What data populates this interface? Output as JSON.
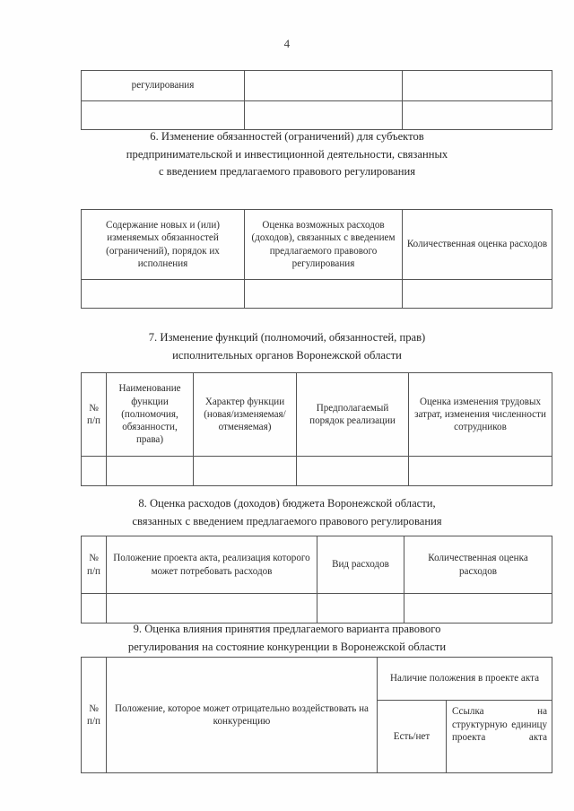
{
  "document": {
    "page_number": "4"
  },
  "table_continuation": {
    "row1": [
      "регулирования",
      "",
      ""
    ],
    "row2": [
      "",
      "",
      ""
    ]
  },
  "section6": {
    "heading_lines": [
      "6. Изменение обязанностей (ограничений) для субъектов",
      "предпринимательской и инвестиционной деятельности, связанных",
      "с введением предлагаемого правового регулирования"
    ],
    "table": {
      "headers": [
        "Содержание новых и (или) изменяемых обязанностей (ограничений), порядок их исполнения",
        "Оценка возможных расходов (доходов), связанных с введением предлагаемого правового регулирования",
        "Количественная оценка расходов"
      ],
      "rows": [
        [
          "",
          "",
          ""
        ]
      ]
    }
  },
  "section7": {
    "heading_lines": [
      "7. Изменение функций (полномочий, обязанностей, прав)",
      "исполнительных органов Воронежской области"
    ],
    "table": {
      "headers": [
        "№ п/п",
        "Наименование функции (полномочия, обязанности, права)",
        "Характер функции (новая/изменяемая/ отменяемая)",
        "Предполагаемый порядок реализации",
        "Оценка изменения трудовых затрат, изменения численности сотрудников"
      ],
      "rows": [
        [
          "",
          "",
          "",
          "",
          ""
        ]
      ]
    }
  },
  "section8": {
    "heading_lines": [
      "8. Оценка расходов (доходов) бюджета Воронежской области,",
      "связанных с введением предлагаемого правового регулирования"
    ],
    "table": {
      "headers": [
        "№ п/п",
        "Положение проекта акта, реализация которого может потребовать расходов",
        "Вид расходов",
        "Количественная оценка расходов"
      ],
      "rows": [
        [
          "",
          "",
          "",
          ""
        ]
      ]
    }
  },
  "section9": {
    "heading_lines": [
      "9. Оценка влияния принятия предлагаемого варианта правового",
      "регулирования на состояние конкуренции в Воронежской области"
    ],
    "table": {
      "headers": [
        "№ п/п",
        "Положение, которое может отрицательно воздействовать на конкуренцию",
        "Наличие положения в проекте акта"
      ],
      "subheaders": [
        "Есть/нет",
        "Ссылка на структурную единицу проекта акта"
      ]
    }
  }
}
